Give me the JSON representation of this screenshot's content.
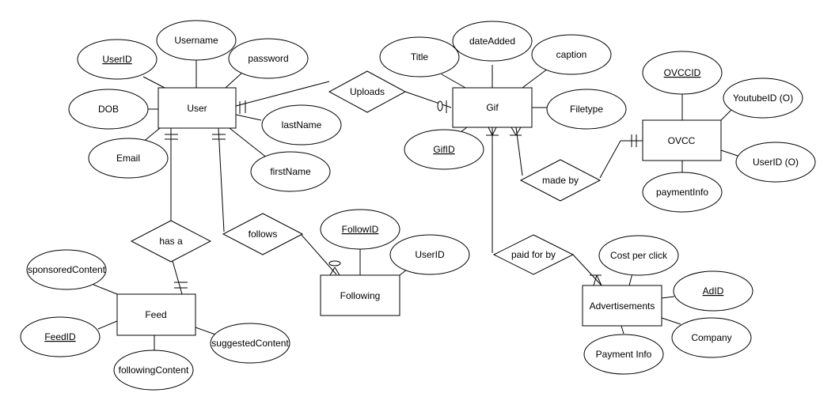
{
  "entities": [
    {
      "id": "user",
      "label": "User"
    },
    {
      "id": "gif",
      "label": "Gif"
    },
    {
      "id": "ovcc",
      "label": "OVCC"
    },
    {
      "id": "feed",
      "label": "Feed"
    },
    {
      "id": "following",
      "label": "Following"
    },
    {
      "id": "advertisements",
      "label": "Advertisements"
    }
  ],
  "relationships": [
    {
      "id": "uploads",
      "label": "Uploads"
    },
    {
      "id": "made-by",
      "label": "made by"
    },
    {
      "id": "has-a",
      "label": "has a"
    },
    {
      "id": "follows",
      "label": "follows"
    },
    {
      "id": "paid-for-by",
      "label": "paid for by"
    }
  ],
  "attributes": [
    {
      "id": "user-userid",
      "label": "UserID",
      "key": true
    },
    {
      "id": "user-username",
      "label": "Username",
      "key": false
    },
    {
      "id": "user-password",
      "label": "password",
      "key": false
    },
    {
      "id": "user-dob",
      "label": "DOB",
      "key": false
    },
    {
      "id": "user-email",
      "label": "Email",
      "key": false
    },
    {
      "id": "user-lastname",
      "label": "lastName",
      "key": false
    },
    {
      "id": "user-firstname",
      "label": "firstName",
      "key": false
    },
    {
      "id": "gif-title",
      "label": "Title",
      "key": false
    },
    {
      "id": "gif-dateadded",
      "label": "dateAdded",
      "key": false
    },
    {
      "id": "gif-caption",
      "label": "caption",
      "key": false
    },
    {
      "id": "gif-filetype",
      "label": "Filetype",
      "key": false
    },
    {
      "id": "gif-gifid",
      "label": "GifID",
      "key": true
    },
    {
      "id": "ovcc-ovccid",
      "label": "OVCCID",
      "key": true
    },
    {
      "id": "ovcc-youtubeid",
      "label": "YoutubeID (O)",
      "key": false
    },
    {
      "id": "ovcc-userid",
      "label": "UserID (O)",
      "key": false
    },
    {
      "id": "ovcc-paymentinfo",
      "label": "paymentInfo",
      "key": false
    },
    {
      "id": "feed-sponsoredcontent",
      "label": "sponsoredContent",
      "key": false
    },
    {
      "id": "feed-feedid",
      "label": "FeedID",
      "key": true
    },
    {
      "id": "feed-followingcontent",
      "label": "followingContent",
      "key": false
    },
    {
      "id": "feed-suggestedcontent",
      "label": "suggestedContent",
      "key": false
    },
    {
      "id": "following-followid",
      "label": "FollowID",
      "key": true
    },
    {
      "id": "following-userid",
      "label": "UserID",
      "key": false
    },
    {
      "id": "ads-costperclick",
      "label": "Cost per click",
      "key": false
    },
    {
      "id": "ads-adid",
      "label": "AdID",
      "key": true
    },
    {
      "id": "ads-company",
      "label": "Company",
      "key": false
    },
    {
      "id": "ads-paymentinfo",
      "label": "Payment Info",
      "key": false
    }
  ]
}
